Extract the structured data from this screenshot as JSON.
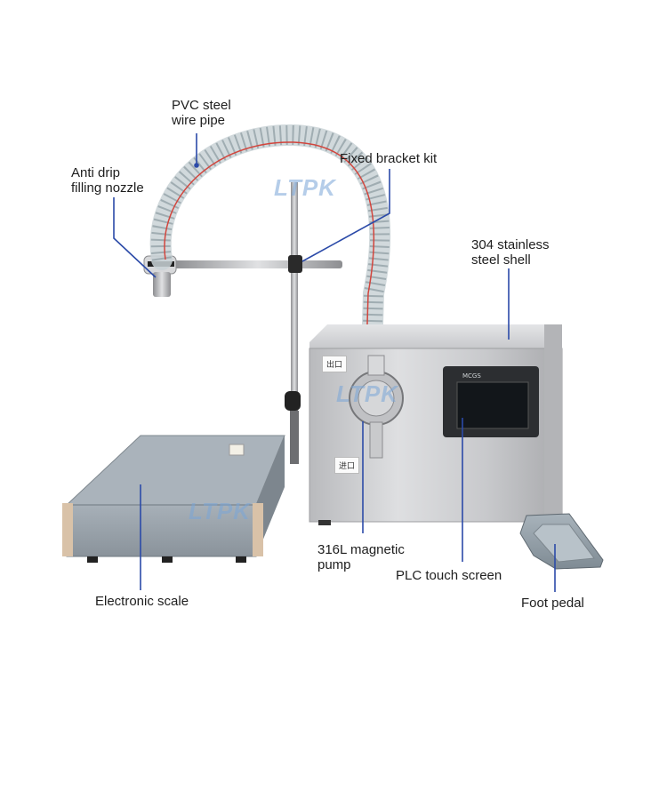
{
  "labels": {
    "pvc_pipe": [
      "PVC steel",
      "wire pipe"
    ],
    "anti_drip": [
      "Anti drip",
      "filling nozzle"
    ],
    "bracket": [
      "Fixed bracket kit"
    ],
    "shell": [
      "304 stainless",
      "steel shell"
    ],
    "pump": [
      "316L magnetic",
      "pump"
    ],
    "touch_screen": [
      "PLC touch screen"
    ],
    "scale": [
      "Electronic scale"
    ],
    "pedal": [
      "Foot pedal"
    ]
  },
  "watermark": "LTPK",
  "panel": {
    "outlet_tag": "出口",
    "inlet_tag": "进口",
    "screen_brand": "MCGS"
  },
  "colors": {
    "leader_line": "#2b4aa8",
    "steel": "#c9cacc",
    "pedal": "#8e9aa3",
    "scale_body": "#9aa4ad"
  }
}
